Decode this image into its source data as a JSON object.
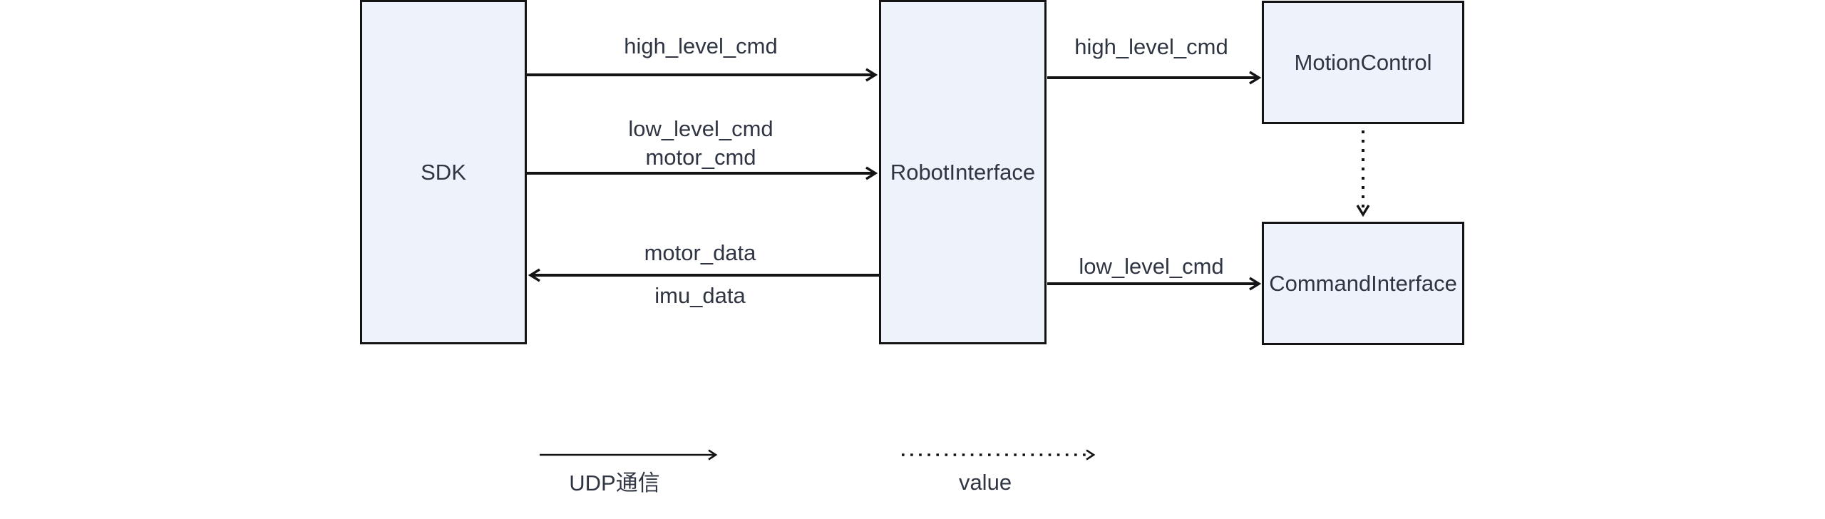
{
  "diagram": {
    "nodes": {
      "sdk": {
        "label": "SDK"
      },
      "robot_interface": {
        "label": "RobotInterface"
      },
      "motion_control": {
        "label": "MotionControl"
      },
      "command_interface": {
        "label": "CommandInterface"
      }
    },
    "edges": {
      "sdk_to_robot_high": {
        "from": "SDK",
        "to": "RobotInterface",
        "label": "high_level_cmd",
        "style": "solid"
      },
      "sdk_to_robot_low": {
        "from": "SDK",
        "to": "RobotInterface",
        "label_lines": [
          "low_level_cmd",
          "motor_cmd"
        ],
        "style": "solid"
      },
      "robot_to_sdk_data": {
        "from": "RobotInterface",
        "to": "SDK",
        "label_lines": [
          "motor_data",
          "imu_data"
        ],
        "style": "solid"
      },
      "robot_to_motion": {
        "from": "RobotInterface",
        "to": "MotionControl",
        "label": "high_level_cmd",
        "style": "solid"
      },
      "robot_to_command": {
        "from": "RobotInterface",
        "to": "CommandInterface",
        "label": "low_level_cmd",
        "style": "solid"
      },
      "motion_to_command": {
        "from": "MotionControl",
        "to": "CommandInterface",
        "label": "",
        "style": "dotted"
      }
    },
    "legend": {
      "items": [
        {
          "label": "UDP通信",
          "line_style": "solid"
        },
        {
          "label": "value",
          "line_style": "dotted"
        }
      ]
    },
    "colors": {
      "node_fill": "#edf2fb",
      "node_border": "#141414",
      "arrow": "#141414",
      "text": "#2f3542",
      "background": "#ffffff"
    }
  }
}
